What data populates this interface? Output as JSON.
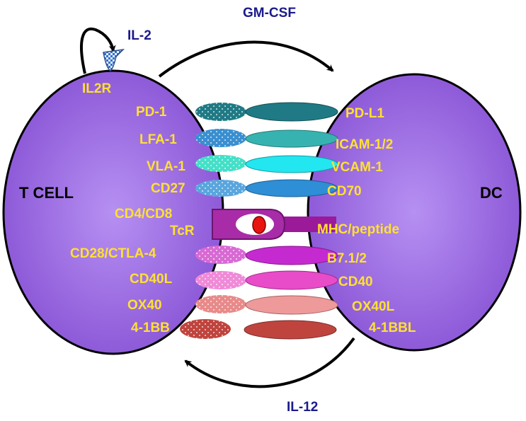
{
  "cells": {
    "t_cell": "T CELL",
    "dc": "DC"
  },
  "cytokines": {
    "il2": "IL-2",
    "gmcsf": "GM-CSF",
    "il12": "IL-12"
  },
  "t_cell_labels": {
    "il2r": "IL2R",
    "pd1": "PD-1",
    "lfa1": "LFA-1",
    "vla1": "VLA-1",
    "cd27": "CD27",
    "cd4cd8": "CD4/CD8",
    "tcr": "TcR",
    "cd28": "CD28/CTLA-4",
    "cd40l": "CD40L",
    "ox40": "OX40",
    "b41bb": "4-1BB"
  },
  "dc_labels": {
    "pdl1": "PD-L1",
    "icam": "ICAM-1/2",
    "vcam": "VCAM-1",
    "cd70": "CD70",
    "mhc": "MHC/peptide",
    "b7": "B7.1/2",
    "cd40": "CD40",
    "ox40l": "OX40L",
    "b41bbl": "4-1BBL"
  },
  "colors": {
    "cell_fill": "#a06ae0",
    "cell_center": "#b98af0",
    "label_yellow": "#ffe033",
    "cytokine_blue": "#1a1a8c",
    "mhc_magenta": "#9a1a9a",
    "peptide_red": "#e8140f"
  }
}
